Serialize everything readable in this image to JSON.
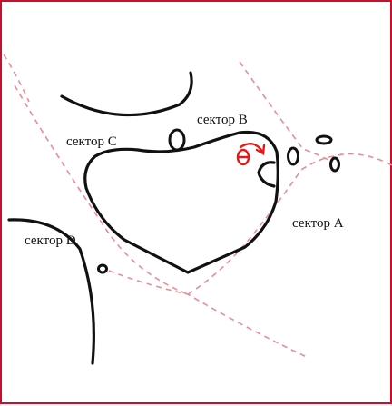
{
  "diagram": {
    "labels": {
      "sector_a": "сектор A",
      "sector_b": "сектор B",
      "sector_c": "сектор C",
      "sector_d": "сектор D"
    },
    "colors": {
      "frame": "#c8102e",
      "outline": "#111111",
      "dashed": "#e88d98",
      "accent": "#e01a1a"
    }
  }
}
